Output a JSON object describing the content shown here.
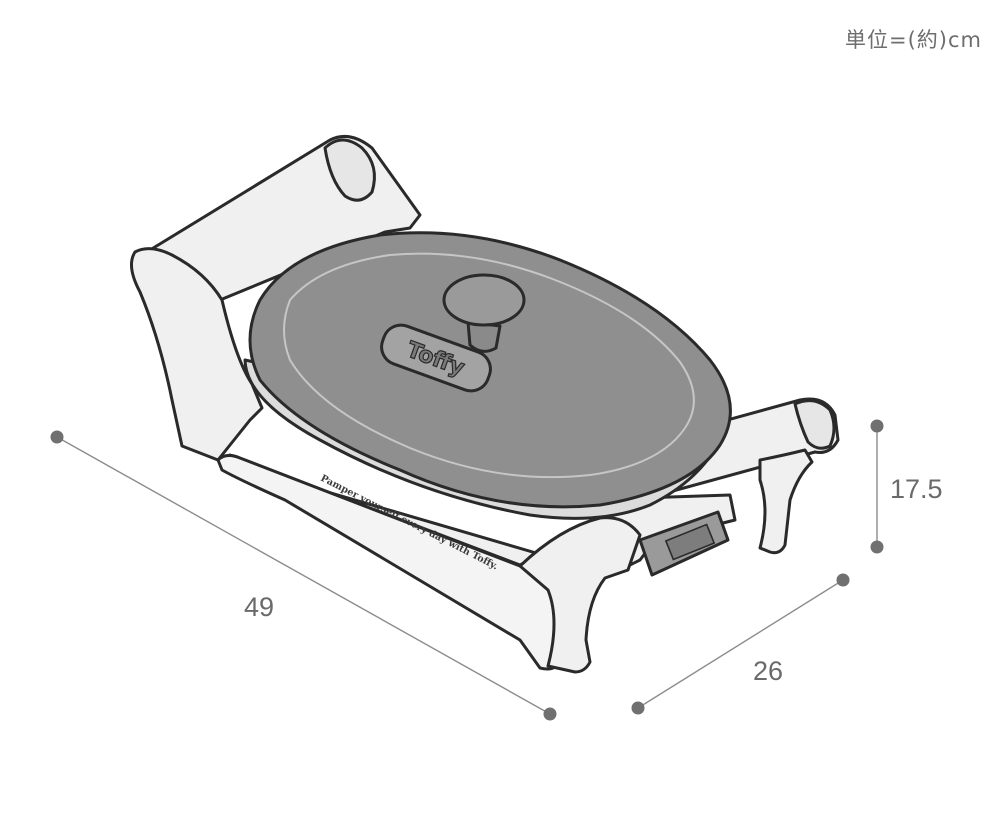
{
  "unit_label": "単位=(約)cm",
  "dimensions": {
    "width": "49",
    "depth": "26",
    "height": "17.5"
  },
  "product": {
    "brand_emblem": "Toffy",
    "tagline": "Pamper yourself every day with Toffy."
  },
  "colors": {
    "dimension_line": "#8c8c8c",
    "dimension_dot": "#707070",
    "body_fill": "#f0f0f0",
    "lid_fill": "#8f8f8f",
    "outline": "#2a2a2a"
  }
}
